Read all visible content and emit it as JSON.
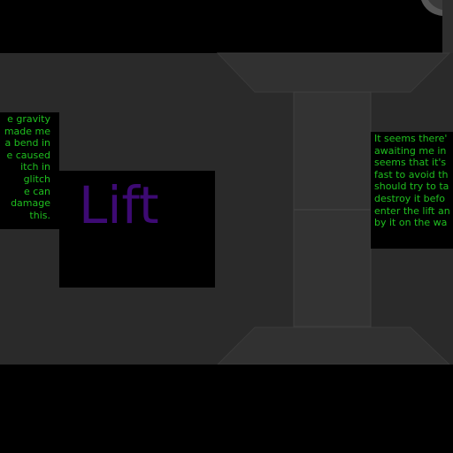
{
  "colors": {
    "background": "#000000",
    "floor": "#2a2a2a",
    "floor_light": "#313131",
    "floor_edge": "#3a3a3a",
    "lift_fill": "#333333",
    "lift_edge": "#3f3f3f",
    "terminal_text": "#1fbf1f",
    "sign_text": "#3d0a73"
  },
  "sign": {
    "label": "Lift"
  },
  "left_terminal": {
    "lines": [
      "e gravity",
      "made me",
      "a bend in",
      "e caused",
      "itch in",
      "glitch",
      "e can",
      "damage",
      "this."
    ]
  },
  "right_terminal": {
    "lines": [
      "It seems there'",
      "awaiting me in",
      "seems that it's",
      "fast to avoid th",
      "should try to ta",
      "destroy it befo",
      "enter the lift an",
      "by it on the wa"
    ]
  }
}
